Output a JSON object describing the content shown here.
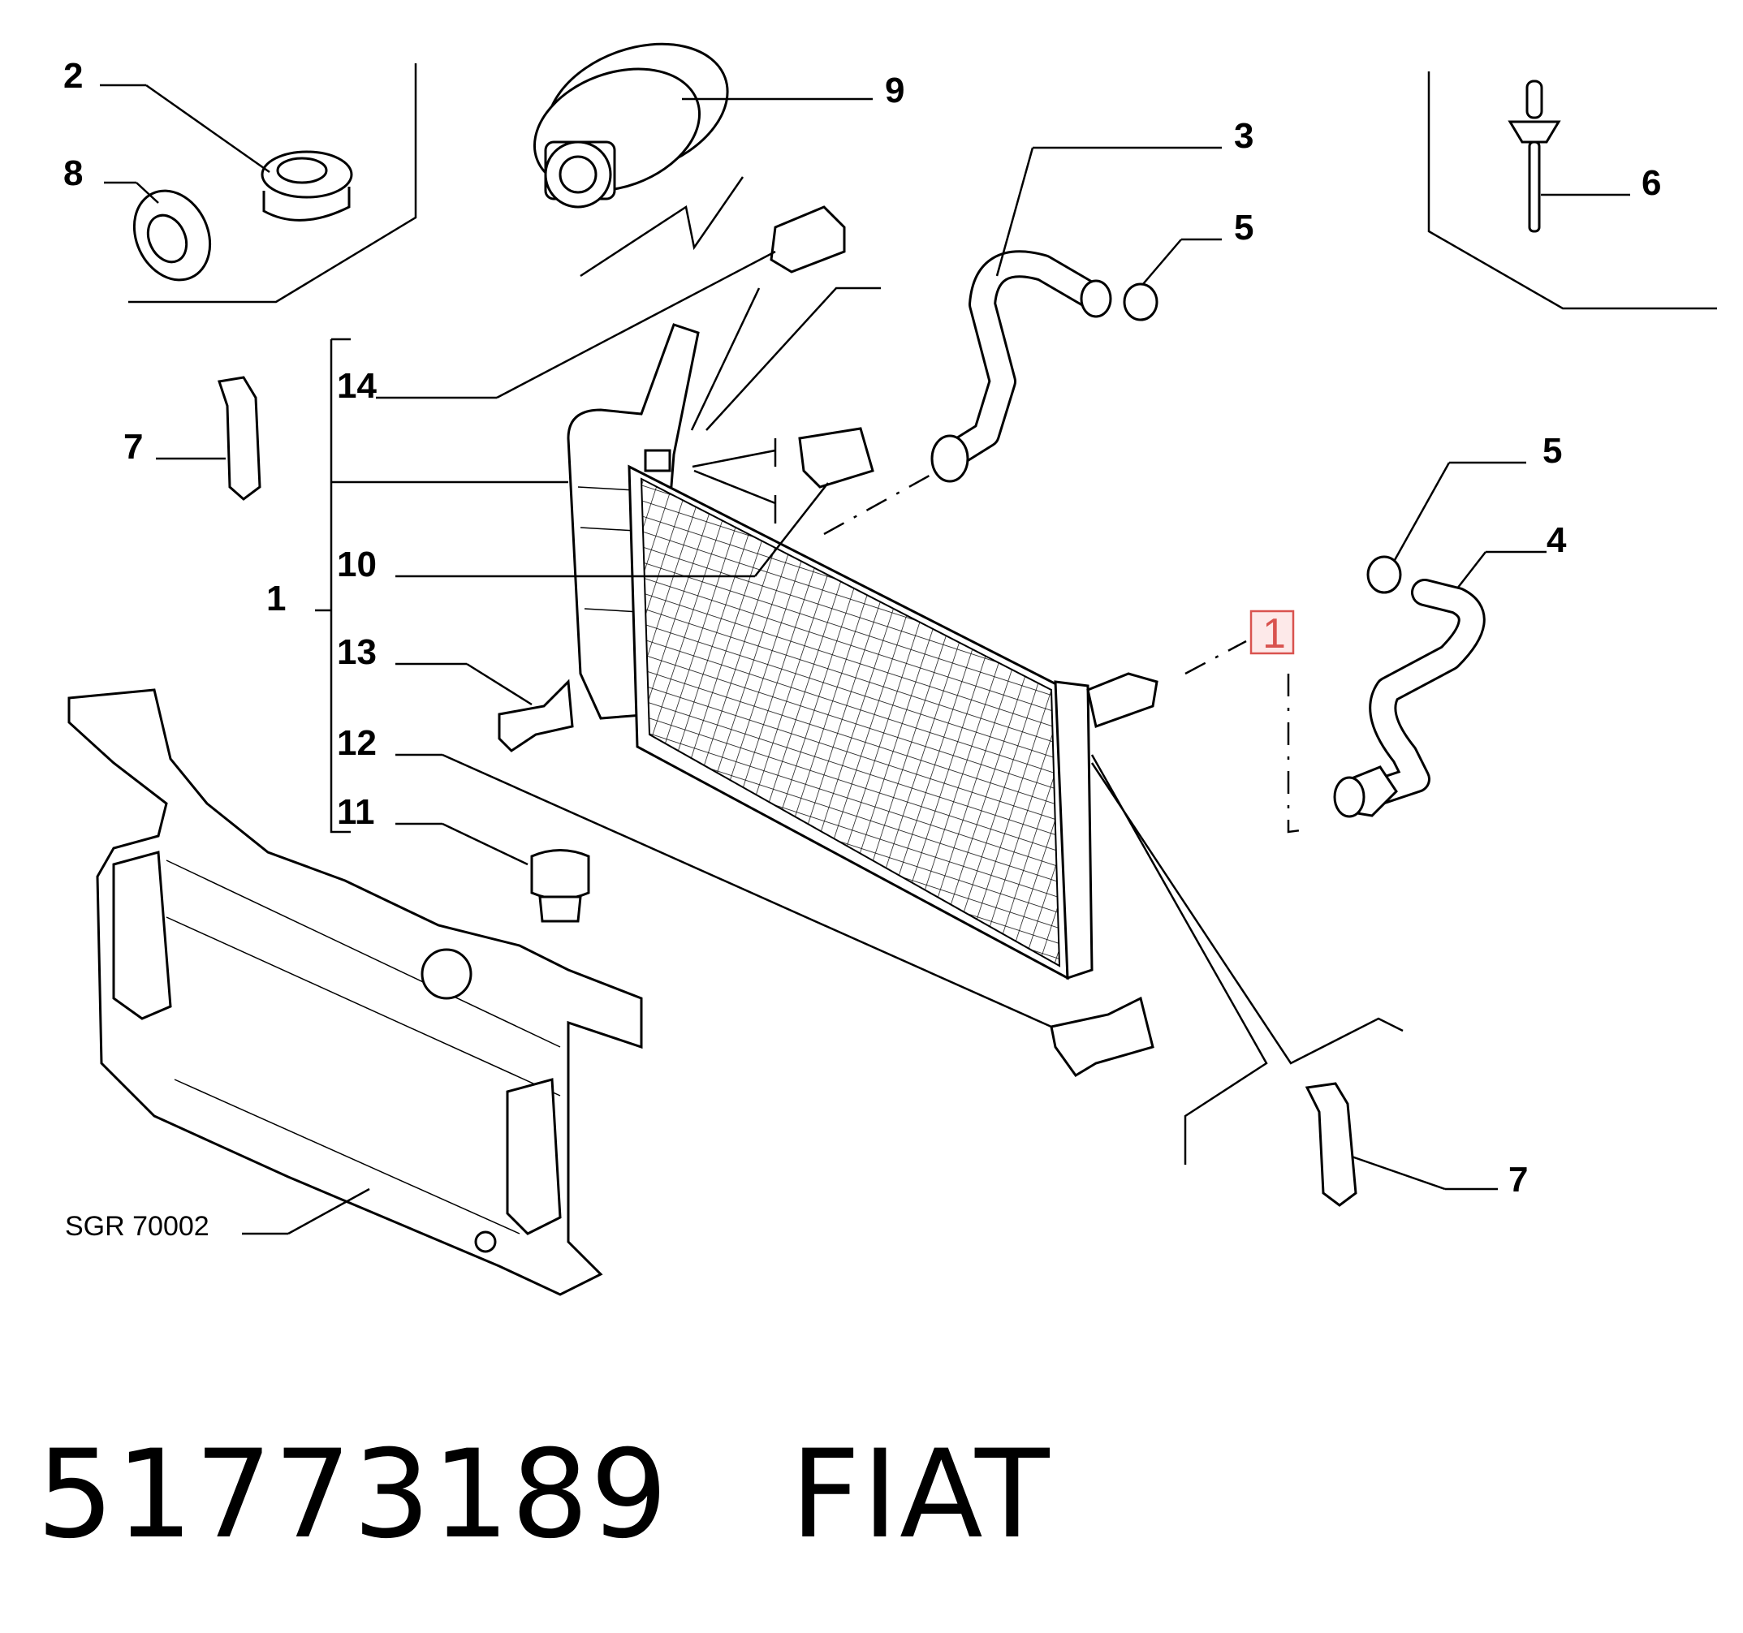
{
  "callouts": {
    "c1": "1",
    "c2": "2",
    "c3": "3",
    "c4": "4",
    "c5a": "5",
    "c5b": "5",
    "c6": "6",
    "c7a": "7",
    "c7b": "7",
    "c8": "8",
    "c9": "9",
    "c10": "10",
    "c11": "11",
    "c12": "12",
    "c13": "13",
    "c14": "14"
  },
  "highlighted_callout": "1",
  "reference_label": "SGR 70002",
  "caption": {
    "part_number": "51773189",
    "brand": "FIAT"
  },
  "colors": {
    "highlight": "#d9534f",
    "line": "#000000",
    "background": "#ffffff"
  }
}
